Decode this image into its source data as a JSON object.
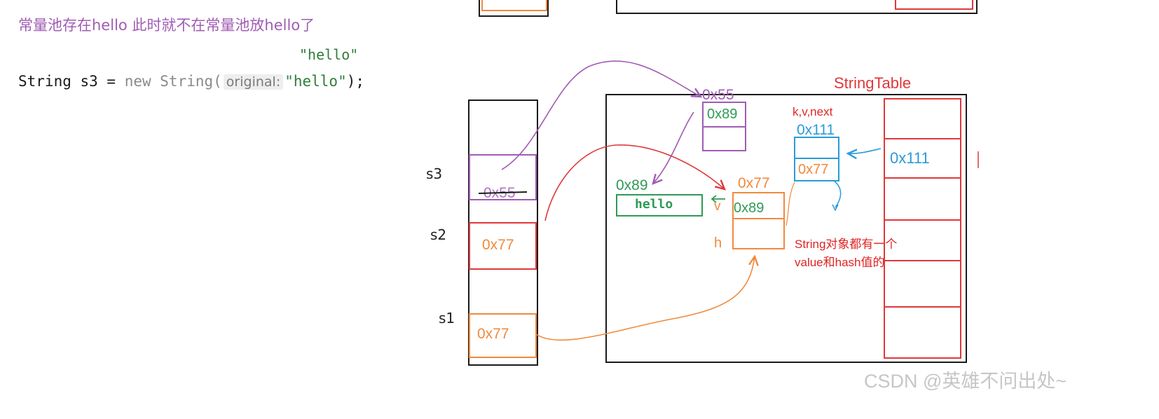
{
  "note": "常量池存在hello 此时就不在常量池放hello了",
  "code": {
    "above_string": "\"hello\"",
    "prefix": "String s3 = ",
    "keyword": "new String(",
    "param_hint": "original:",
    "arg": "\"hello\"",
    "suffix": ");"
  },
  "stack": {
    "s3_label": "s3",
    "s3_value_struck": "0x55",
    "s2_label": "s2",
    "s2_value": "0x77",
    "s1_label": "s1",
    "s1_value": "0x77"
  },
  "heap": {
    "obj55_addr": "0x55",
    "obj55_value": "0x89",
    "arr89_addr": "0x89",
    "arr89_content": "hello",
    "obj77_addr": "0x77",
    "obj77_v_label": "v",
    "obj77_value": "0x89",
    "obj77_h_label": "h",
    "node_fields": "k,v,next",
    "node_addr": "0x111",
    "node_key": "0x77",
    "note_line1": "String对象都有一个",
    "note_line2": "value和hash值的"
  },
  "string_table": {
    "title": "StringTable",
    "entry": "0x111"
  },
  "watermark": "CSDN @英雄不问出处~",
  "colors": {
    "purple": "#a05cb4",
    "orange": "#f08a3c",
    "green": "#2e9a55",
    "red": "#e0383a",
    "blue": "#2b9bd8"
  }
}
